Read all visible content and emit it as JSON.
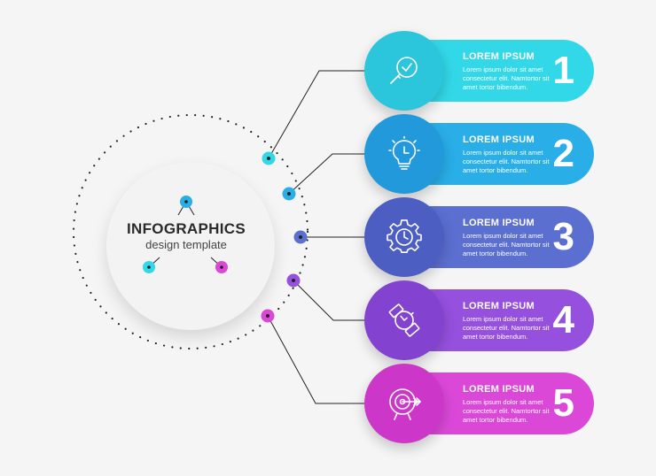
{
  "hub": {
    "title": "INFOGRAPHICS",
    "subtitle": "design template"
  },
  "steps": [
    {
      "title": "LOREM IPSUM",
      "text": "Lorem ipsum dolor sit amet consectetur elit. Namtortor sit amet tortor bibendum.",
      "number": "1",
      "icon": "magnifier-check-icon",
      "color": "#33d8e8",
      "color_dark": "#2cc6dc"
    },
    {
      "title": "LOREM IPSUM",
      "text": "Lorem ipsum dolor sit amet consectetur elit. Namtortor sit amet tortor bibendum.",
      "number": "2",
      "icon": "lightbulb-clock-icon",
      "color": "#29aee8",
      "color_dark": "#2199db"
    },
    {
      "title": "LOREM IPSUM",
      "text": "Lorem ipsum dolor sit amet consectetur elit. Namtortor sit amet tortor bibendum.",
      "number": "3",
      "icon": "gear-clock-icon",
      "color": "#5b6fd1",
      "color_dark": "#4c5ec2"
    },
    {
      "title": "LOREM IPSUM",
      "text": "Lorem ipsum dolor sit amet consectetur elit. Namtortor sit amet tortor bibendum.",
      "number": "4",
      "icon": "wristwatch-icon",
      "color": "#9550dd",
      "color_dark": "#8342d0"
    },
    {
      "title": "LOREM IPSUM",
      "text": "Lorem ipsum dolor sit amet consectetur elit. Namtortor sit amet tortor bibendum.",
      "number": "5",
      "icon": "target-arrow-icon",
      "color": "#db48d8",
      "color_dark": "#cc36c9"
    }
  ],
  "connector_colors": [
    "#33d8e8",
    "#29aee8",
    "#5b6fd1",
    "#9550dd",
    "#db48d8"
  ]
}
